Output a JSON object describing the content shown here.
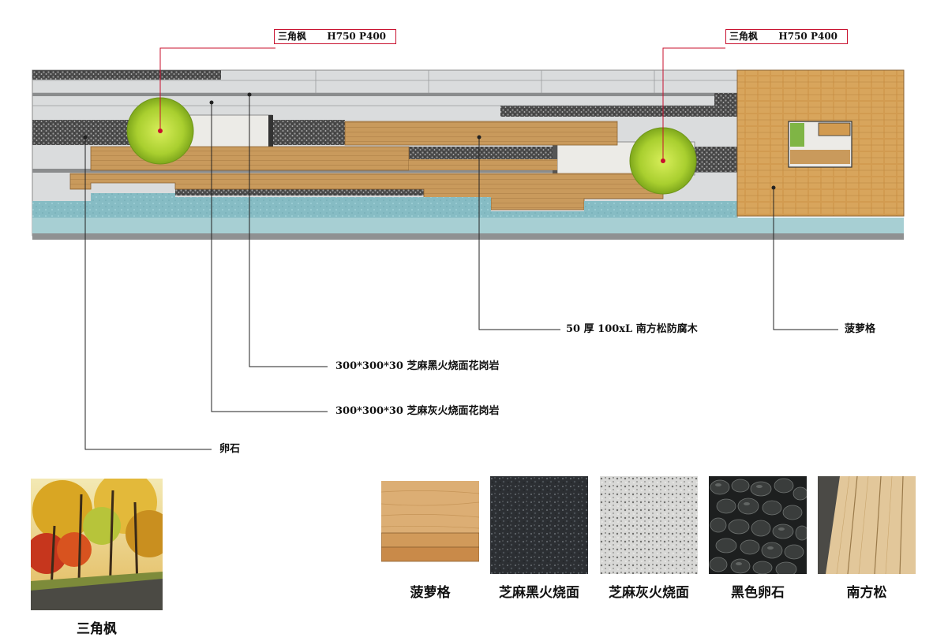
{
  "plan": {
    "tree_tag_left": {
      "name": "三角枫",
      "spec": "H750  P400"
    },
    "tree_tag_right": {
      "name": "三角枫",
      "spec": "H750  P400"
    }
  },
  "callouts": {
    "wood": "50 厚 100xL 南方松防腐木",
    "pineapple": "菠萝格",
    "black_granite": "300*300*30  芝麻黑火烧面花岗岩",
    "grey_granite": "300*300*30  芝麻灰火烧面花岗岩",
    "pebble": "卵石"
  },
  "tree_photo": {
    "caption": "三角枫"
  },
  "materials": [
    {
      "caption": "菠萝格",
      "icon": "pineapple-wood-swatch"
    },
    {
      "caption": "芝麻黑火烧面",
      "icon": "black-granite-swatch"
    },
    {
      "caption": "芝麻灰火烧面",
      "icon": "grey-granite-swatch"
    },
    {
      "caption": "黑色卵石",
      "icon": "black-pebble-swatch"
    },
    {
      "caption": "南方松",
      "icon": "southern-pine-swatch"
    }
  ],
  "colors": {
    "leader_red": "#c8102e",
    "wood": "#c99a5c",
    "pineapple_wood": "#d19a4e",
    "concrete": "#d9dbdc",
    "water": "#8fc3c9",
    "tree": "#b7d63a"
  }
}
